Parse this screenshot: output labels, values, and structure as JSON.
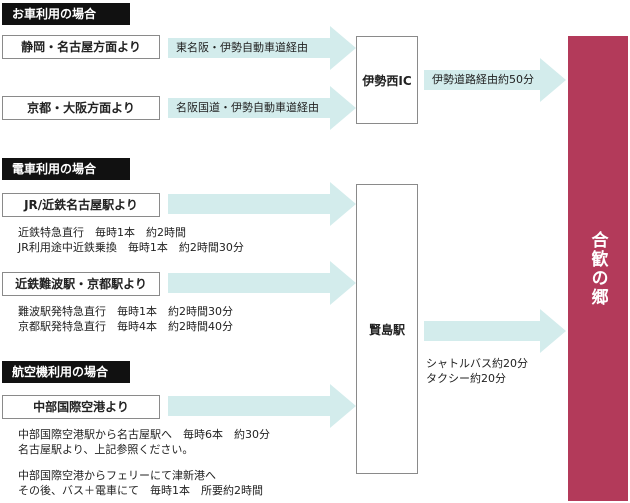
{
  "colors": {
    "arrow": "#d3ecec",
    "destination": "#b33a5a",
    "label_bg": "#111111"
  },
  "car": {
    "label": "お車利用の場合",
    "routes": [
      {
        "origin": "静岡・名古屋方面より",
        "via": "東名阪・伊勢自動車道経由"
      },
      {
        "origin": "京都・大阪方面より",
        "via": "名阪国道・伊勢自動車道経由"
      }
    ],
    "hub": "伊勢西IC",
    "hub_to_dest": "伊勢道路経由約50分"
  },
  "train": {
    "label": "電車利用の場合",
    "routes": [
      {
        "origin": "JR/近鉄名古屋駅より",
        "details": [
          "近鉄特急直行　毎時1本　約2時間",
          "JR利用途中近鉄乗換　毎時1本　約2時間30分"
        ]
      },
      {
        "origin": "近鉄難波駅・京都駅より",
        "details": [
          "難波駅発特急直行　毎時1本　約2時間30分",
          "京都駅発特急直行　毎時4本　約2時間40分"
        ]
      }
    ],
    "hub": "賢島駅",
    "hub_to_dest": [
      "シャトルバス約20分",
      "タクシー約20分"
    ]
  },
  "air": {
    "label": "航空機利用の場合",
    "origin": "中部国際空港より",
    "details": [
      "中部国際空港駅から名古屋駅へ　毎時6本　約30分",
      "名古屋駅より、上記参照ください。"
    ],
    "details2": [
      "中部国際空港からフェリーにて津新港へ",
      "その後、バス＋電車にて　毎時1本　所要約2時間"
    ]
  },
  "destination": "合歓の郷"
}
